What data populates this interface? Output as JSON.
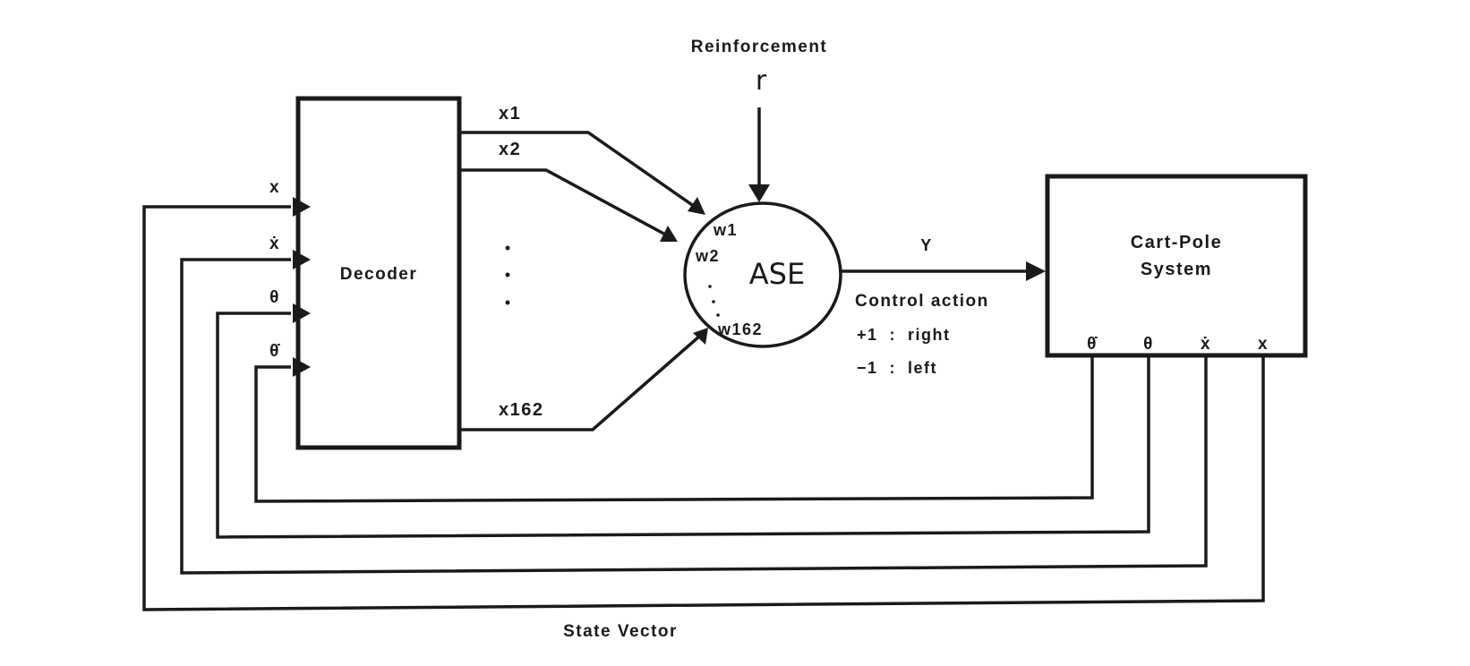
{
  "reinforcement": {
    "label": "Reinforcement",
    "symbol": "r"
  },
  "decoder": {
    "label": "Decoder"
  },
  "ase": {
    "label": "ASE",
    "weights": [
      "w1",
      "w2",
      "w162"
    ]
  },
  "decoder_outputs": [
    "x1",
    "x2",
    "x162"
  ],
  "decoder_inputs": [
    "x",
    "ẋ",
    "θ",
    "θ̇"
  ],
  "output": {
    "symbol": "Y",
    "label": "Control action",
    "actions": [
      "+1  :  right",
      "−1  :  left"
    ]
  },
  "plant": {
    "line1": "Cart-Pole",
    "line2": "System",
    "outputs": [
      "θ̇",
      "θ",
      "ẋ",
      "x"
    ]
  },
  "feedback": {
    "label": "State Vector"
  }
}
